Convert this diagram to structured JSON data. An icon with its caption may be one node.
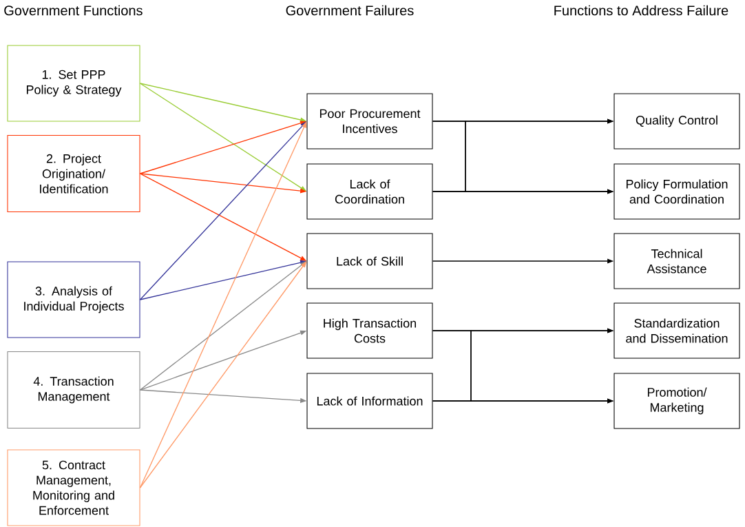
{
  "diagram": {
    "nodes": [
      {
        "text": [
          "1. Set PPP Policy & Strategy"
        ]
      },
      {
        "text": [
          "2. Project Origination/ Identification"
        ]
      },
      {
        "text": [
          "3. Analysis of Individual Projects"
        ]
      },
      {
        "text": [
          "4. Transaction Management"
        ]
      },
      {
        "text": [
          "5. Contract Management, Monitoring and Enforcement"
        ]
      },
      {
        "text": [
          "Poor Procurement Incentives"
        ]
      },
      {
        "text": [
          "Lack of Coordination"
        ]
      },
      {
        "text": [
          "Lack of Skill"
        ]
      },
      {
        "text": [
          "High Transaction Costs"
        ]
      },
      {
        "text": [
          "Lack of Information"
        ]
      },
      {
        "text": [
          "Quality Control"
        ]
      },
      {
        "text": [
          "Policy Formulation and Coordination"
        ]
      },
      {
        "text": [
          "Technical Assistance"
        ]
      },
      {
        "text": [
          "Standardization and Dissemination"
        ]
      },
      {
        "text": [
          "Promotion/ Marketing"
        ]
      }
    ],
    "edges": [
      {
        "from": 0,
        "to": 5,
        "arrow": "to",
        "color": "#99cc33"
      },
      {
        "from": 0,
        "to": 6,
        "arrow": "to",
        "color": "#99cc33"
      },
      {
        "from": 1,
        "to": 5,
        "arrow": "to",
        "color": "#ff3300"
      },
      {
        "from": 1,
        "to": 6,
        "arrow": "to",
        "color": "#ff3300"
      },
      {
        "from": 1,
        "to": 7,
        "arrow": "to",
        "color": "#ff3300"
      },
      {
        "from": 2,
        "to": 5,
        "arrow": "to",
        "color": "#333399"
      },
      {
        "from": 2,
        "to": 7,
        "arrow": "to",
        "color": "#333399"
      },
      {
        "from": 3,
        "to": 7,
        "arrow": "to",
        "color": "#888888"
      },
      {
        "from": 3,
        "to": 8,
        "arrow": "to",
        "color": "#888888"
      },
      {
        "from": 3,
        "to": 9,
        "arrow": "to",
        "color": "#888888"
      },
      {
        "from": 4,
        "to": 5,
        "arrow": "to",
        "color": "#ff9966"
      },
      {
        "from": 4,
        "to": 7,
        "arrow": "to",
        "color": "#ff9966"
      },
      {
        "from": 5,
        "to": 10,
        "arrow": "to"
      },
      {
        "from": 5,
        "to": 11,
        "arrow": "to"
      },
      {
        "from": 6,
        "to": 10,
        "arrow": "to"
      },
      {
        "from": 6,
        "to": 11,
        "arrow": "to"
      },
      {
        "from": 7,
        "to": 12,
        "arrow": "to"
      },
      {
        "from": 8,
        "to": 13,
        "arrow": "to"
      },
      {
        "from": 8,
        "to": 14,
        "arrow": "to"
      },
      {
        "from": 9,
        "to": 13,
        "arrow": "to"
      },
      {
        "from": 9,
        "to": 14,
        "arrow": "to"
      }
    ],
    "labels": [
      "Government Functions",
      "Government Failures",
      "Functions to Address Failure"
    ]
  }
}
